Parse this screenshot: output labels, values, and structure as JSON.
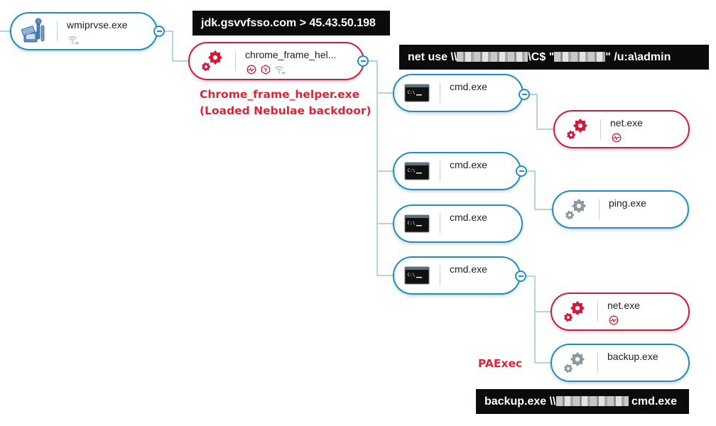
{
  "nodes": [
    {
      "label": "wmiprvse.exe",
      "icon": "wmi-tools-icon",
      "badges": [
        "network-icon"
      ],
      "alert": false
    },
    {
      "label": "chrome_frame_hel...",
      "icon": "gears-red-icon",
      "badges": [
        "activity-icon",
        "hexagon-alert-icon",
        "network-icon"
      ],
      "alert": true
    },
    {
      "label": "cmd.exe",
      "icon": "console-icon",
      "badges": [],
      "alert": false
    },
    {
      "label": "net.exe",
      "icon": "gears-red-icon",
      "badges": [
        "activity-icon"
      ],
      "alert": true
    },
    {
      "label": "cmd.exe",
      "icon": "console-icon",
      "badges": [],
      "alert": false
    },
    {
      "label": "ping.exe",
      "icon": "gears-gray-icon",
      "badges": [],
      "alert": false
    },
    {
      "label": "cmd.exe",
      "icon": "console-icon",
      "badges": [],
      "alert": false
    },
    {
      "label": "cmd.exe",
      "icon": "console-icon",
      "badges": [],
      "alert": false
    },
    {
      "label": "net.exe",
      "icon": "gears-red-icon",
      "badges": [
        "activity-icon"
      ],
      "alert": true
    },
    {
      "label": "backup.exe",
      "icon": "gears-gray-icon",
      "badges": [],
      "alert": false
    }
  ],
  "callouts": {
    "domain_ip": "jdk.gsvvfsso.com > 45.43.50.198",
    "net_use": {
      "before": "net use \\\\",
      "mid": "\\C$ \"",
      "after": "\" /u:a\\admin"
    },
    "backup": {
      "before": "backup.exe \\\\",
      "after": " cmd.exe"
    }
  },
  "annotations": {
    "chrome_line1": "Chrome_frame_helper.exe",
    "chrome_line2": "(Loaded Nebulae backdoor)",
    "paexec": "PAExec"
  },
  "colors": {
    "normal_border": "#1b8fc6",
    "alert_border": "#d41a3a",
    "annotation_text": "#dd2436",
    "callout_bg": "#0b0b0b",
    "connector": "#b4d4e2"
  }
}
